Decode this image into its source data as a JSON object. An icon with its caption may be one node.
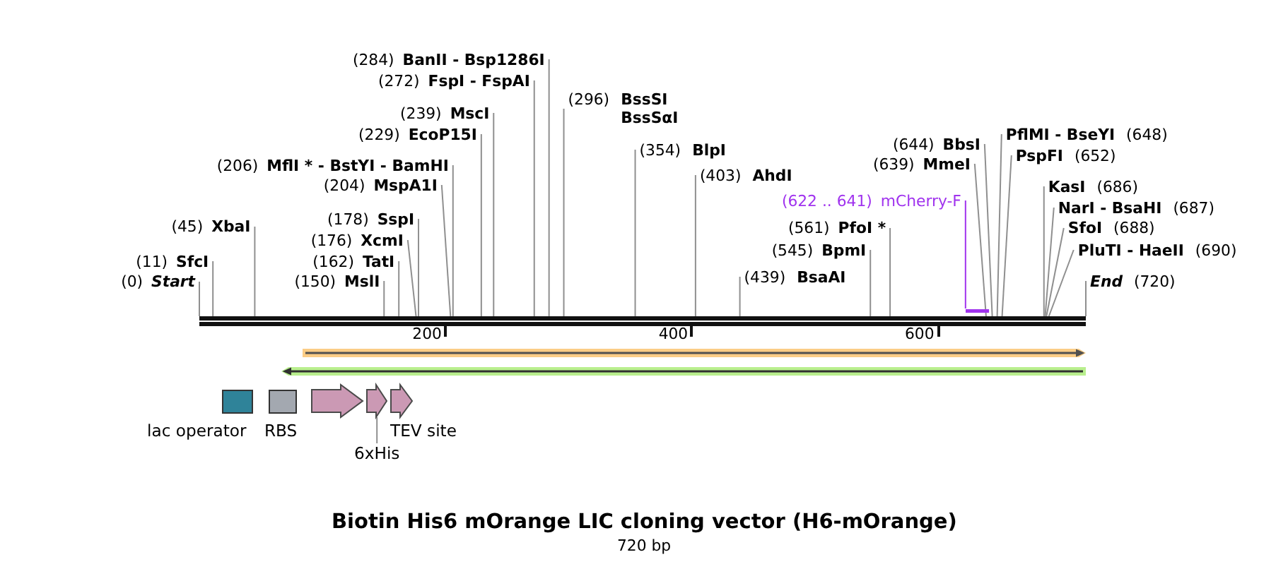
{
  "diagram": {
    "title": "Biotin His6 mOrange LIC cloning vector (H6-mOrange)",
    "nodes": [
      {
        "text": [
          "(0)",
          "Start"
        ]
      },
      {
        "text": [
          "(11)",
          "SfcI"
        ]
      },
      {
        "text": [
          "(45)",
          "XbaI"
        ]
      },
      {
        "text": [
          "(150)",
          "MslI"
        ]
      },
      {
        "text": [
          "(162)",
          "TatI"
        ]
      },
      {
        "text": [
          "(176)",
          "XcmI"
        ]
      },
      {
        "text": [
          "(178)",
          "SspI"
        ]
      },
      {
        "text": [
          "(204)",
          "MspA1I"
        ]
      },
      {
        "text": [
          "(206)",
          "MflI * - BstYI - BamHI"
        ]
      },
      {
        "text": [
          "(229)",
          "EcoP15I"
        ]
      },
      {
        "text": [
          "(239)",
          "MscI"
        ]
      },
      {
        "text": [
          "(272)",
          "FspI - FspAI"
        ]
      },
      {
        "text": [
          "(284)",
          "BanII - Bsp1286I"
        ]
      },
      {
        "text": [
          "(296)",
          "BssSI",
          "BssSαI"
        ]
      },
      {
        "text": [
          "(354)",
          "BlpI"
        ]
      },
      {
        "text": [
          "(403)",
          "AhdI"
        ]
      },
      {
        "text": [
          "(439)",
          "BsaAI"
        ]
      },
      {
        "text": [
          "(545)",
          "BpmI"
        ]
      },
      {
        "text": [
          "(561)",
          "PfoI *"
        ]
      },
      {
        "text": [
          "(622 .. 641)",
          "mCherry-F"
        ]
      },
      {
        "text": [
          "(639)",
          "MmeI"
        ]
      },
      {
        "text": [
          "(644)",
          "BbsI"
        ]
      },
      {
        "text": [
          "PflMI - BseYI",
          "(648)"
        ]
      },
      {
        "text": [
          "PspFI",
          "(652)"
        ]
      },
      {
        "text": [
          "KasI",
          "(686)"
        ]
      },
      {
        "text": [
          "NarI - BsaHI",
          "(687)"
        ]
      },
      {
        "text": [
          "SfoI",
          "(688)"
        ]
      },
      {
        "text": [
          "PluTI - HaeII",
          "(690)"
        ]
      },
      {
        "text": [
          "End",
          "(720)"
        ]
      },
      {
        "text": [],
        "shape": "bar"
      },
      {
        "text": [],
        "shape": "bar"
      },
      {
        "text": [],
        "shape": "arrow"
      },
      {
        "text": [],
        "shape": "arrow"
      },
      {
        "text": [
          "lac operator"
        ]
      },
      {
        "text": [
          "RBS"
        ]
      },
      {
        "text": [],
        "shape": "arrow"
      },
      {
        "text": [],
        "shape": "arrow"
      },
      {
        "text": [
          "6xHis"
        ]
      },
      {
        "text": [
          "TEV site"
        ]
      }
    ],
    "edges": [
      {
        "from": 0,
        "to": 29,
        "arrow": "none"
      },
      {
        "from": 1,
        "to": 29,
        "arrow": "none"
      },
      {
        "from": 2,
        "to": 29,
        "arrow": "none"
      },
      {
        "from": 3,
        "to": 29,
        "arrow": "none"
      },
      {
        "from": 4,
        "to": 29,
        "arrow": "none"
      },
      {
        "from": 5,
        "to": 29,
        "arrow": "none"
      },
      {
        "from": 6,
        "to": 29,
        "arrow": "none"
      },
      {
        "from": 7,
        "to": 29,
        "arrow": "none"
      },
      {
        "from": 8,
        "to": 29,
        "arrow": "none"
      },
      {
        "from": 9,
        "to": 29,
        "arrow": "none"
      },
      {
        "from": 10,
        "to": 29,
        "arrow": "none"
      },
      {
        "from": 11,
        "to": 29,
        "arrow": "none"
      },
      {
        "from": 12,
        "to": 29,
        "arrow": "none"
      },
      {
        "from": 13,
        "to": 29,
        "arrow": "none"
      },
      {
        "from": 14,
        "to": 29,
        "arrow": "none"
      },
      {
        "from": 15,
        "to": 29,
        "arrow": "none"
      },
      {
        "from": 16,
        "to": 29,
        "arrow": "none"
      },
      {
        "from": 17,
        "to": 29,
        "arrow": "none"
      },
      {
        "from": 18,
        "to": 29,
        "arrow": "none"
      },
      {
        "from": 19,
        "to": 30,
        "arrow": "none",
        "color": "#a033ee"
      },
      {
        "from": 20,
        "to": 29,
        "arrow": "none"
      },
      {
        "from": 21,
        "to": 29,
        "arrow": "none"
      },
      {
        "from": 22,
        "to": 29,
        "arrow": "none"
      },
      {
        "from": 23,
        "to": 29,
        "arrow": "none"
      },
      {
        "from": 24,
        "to": 29,
        "arrow": "none"
      },
      {
        "from": 25,
        "to": 29,
        "arrow": "none"
      },
      {
        "from": 26,
        "to": 29,
        "arrow": "none"
      },
      {
        "from": 27,
        "to": 29,
        "arrow": "none"
      },
      {
        "from": 28,
        "to": 29,
        "arrow": "none"
      },
      {
        "from": 37,
        "to": 36,
        "arrow": "none"
      }
    ],
    "labels": [
      "200",
      "400",
      "600",
      "720 bp"
    ]
  }
}
